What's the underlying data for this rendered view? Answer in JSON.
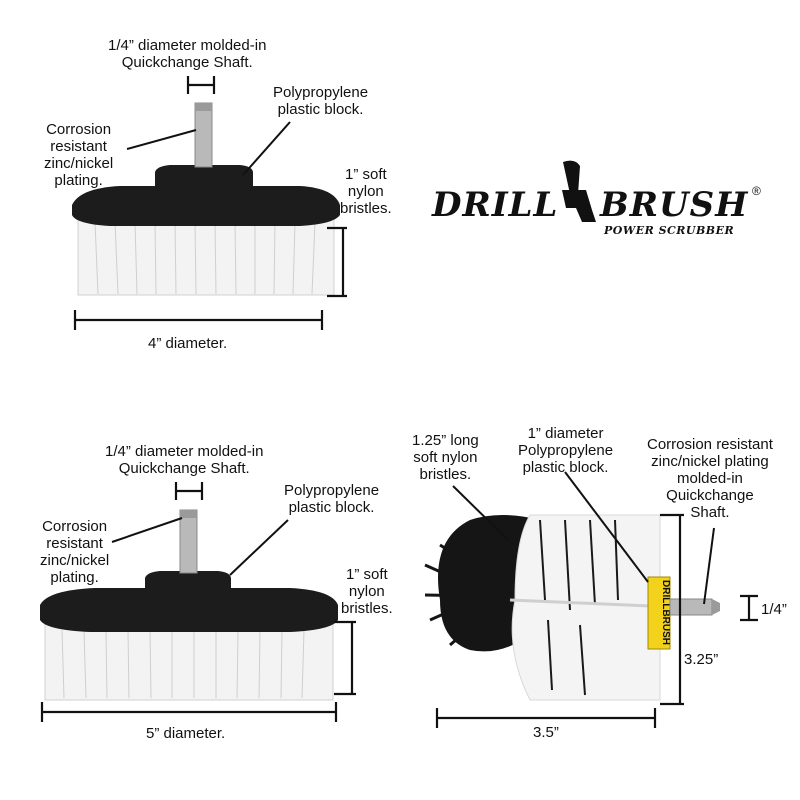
{
  "brand": {
    "name_part1": "DRILL",
    "name_part2": "BRUSH",
    "tagline": "POWER SCRUBBER",
    "registered": "®"
  },
  "brush_4in": {
    "shaft_label_line1": "1/4” diameter molded-in",
    "shaft_label_line2": "Quickchange Shaft.",
    "block_label_line1": "Polypropylene",
    "block_label_line2": "plastic block.",
    "plating_label_line1": "Corrosion",
    "plating_label_line2": "resistant",
    "plating_label_line3": "zinc/nickel",
    "plating_label_line4": "plating.",
    "bristle_label_line1": "1” soft",
    "bristle_label_line2": "nylon",
    "bristle_label_line3": "bristles.",
    "diameter_label": "4” diameter."
  },
  "brush_5in": {
    "shaft_label_line1": "1/4” diameter molded-in",
    "shaft_label_line2": "Quickchange Shaft.",
    "block_label_line1": "Polypropylene",
    "block_label_line2": "plastic block.",
    "plating_label_line1": "Corrosion",
    "plating_label_line2": "resistant",
    "plating_label_line3": "zinc/nickel",
    "plating_label_line4": "plating.",
    "bristle_label_line1": "1” soft",
    "bristle_label_line2": "nylon",
    "bristle_label_line3": "bristles.",
    "diameter_label": "5” diameter."
  },
  "brush_round": {
    "bristle_label_line1": "1.25” long",
    "bristle_label_line2": "soft nylon",
    "bristle_label_line3": "bristles.",
    "block_label_line1": "1” diameter",
    "block_label_line2": "Polypropylene",
    "block_label_line3": "plastic block.",
    "shaft_label_line1": "Corrosion resistant",
    "shaft_label_line2": "zinc/nickel plating",
    "shaft_label_line3": "molded-in",
    "shaft_label_line4": "Quickchange",
    "shaft_label_line5": "Shaft.",
    "shaft_dim_label": "1/4”",
    "height_label": "3.25”",
    "width_label": "3.5”",
    "block_text": "DRILLBRUSH"
  },
  "colors": {
    "block": "#1c1c1c",
    "bristle_white": "#f4f4f4",
    "bristle_black": "#151515",
    "shaft": "#b9b9b9",
    "collar": "#f2d21a"
  }
}
